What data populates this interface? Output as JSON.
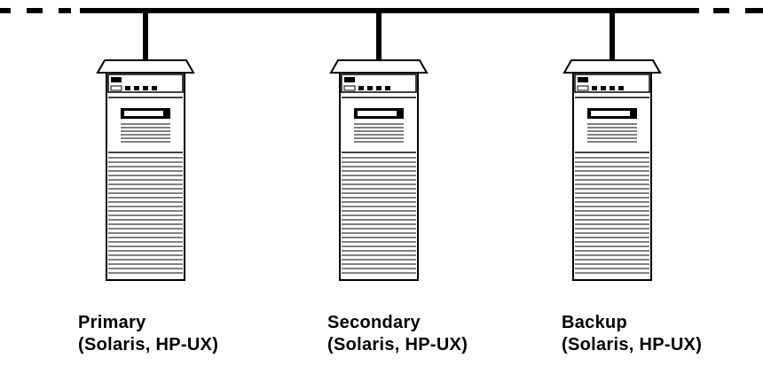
{
  "network": {
    "line_color": "#000000"
  },
  "servers": [
    {
      "name": "Primary",
      "os": "(Solaris, HP-UX)"
    },
    {
      "name": "Secondary",
      "os": "(Solaris, HP-UX)"
    },
    {
      "name": "Backup",
      "os": "(Solaris, HP-UX)"
    }
  ]
}
